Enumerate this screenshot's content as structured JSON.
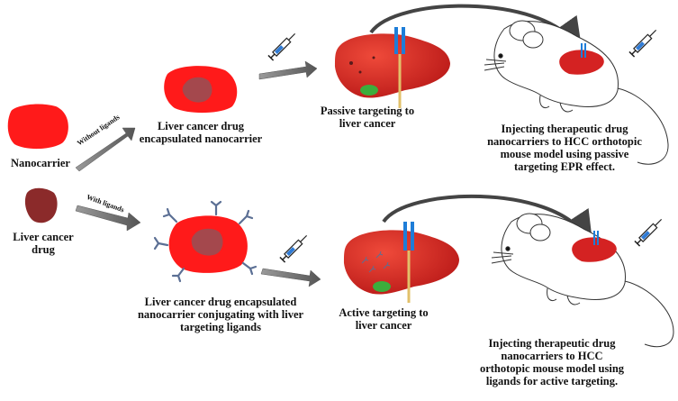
{
  "labels": {
    "nanocarrier": "Nanocarrier",
    "liver_cancer_drug": "Liver cancer drug",
    "without_ligands": "Without ligands",
    "with_ligands": "With ligands",
    "top_encapsulated": "Liver cancer drug encapsulated nanocarrier",
    "bottom_encapsulated": "Liver cancer drug encapsulated nanocarrier conjugating with liver targeting ligands",
    "passive_targeting": "Passive targeting to liver cancer",
    "active_targeting": "Active targeting to liver cancer",
    "top_injection": "Injecting therapeutic drug nanocarriers to HCC orthotopic mouse model using passive targeting EPR effect.",
    "bottom_injection": "Injecting therapeutic drug nanocarriers to HCC orthotopic mouse model using ligands for active targeting."
  },
  "colors": {
    "nanocarrier": "#ff1a1a",
    "drug": "#8b2a2a",
    "liver": "#d42222",
    "ligand": "#5b6f94",
    "arrow": "#666666"
  },
  "icons": [
    "syringe-icon",
    "liver-icon",
    "mouse-icon",
    "curved-arrow-icon"
  ]
}
